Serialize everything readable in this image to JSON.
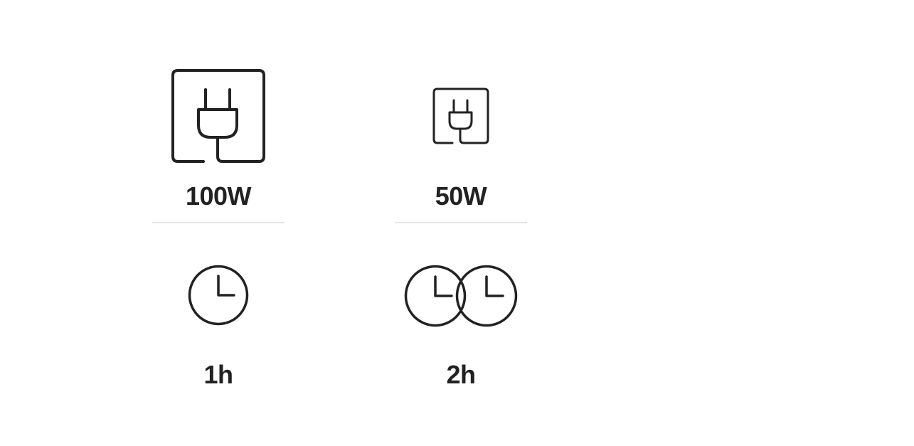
{
  "colors": {
    "ink": "#222222",
    "divider": "#e6e6e6",
    "background": "#ffffff"
  },
  "columns": [
    {
      "power_label": "100W",
      "time_label": "1h",
      "plug_icon": "plug-icon-large",
      "clock_icon": "clock-icon",
      "clock_count": 1
    },
    {
      "power_label": "50W",
      "time_label": "2h",
      "plug_icon": "plug-icon-small",
      "clock_icon": "clock-icon",
      "clock_count": 2
    }
  ]
}
